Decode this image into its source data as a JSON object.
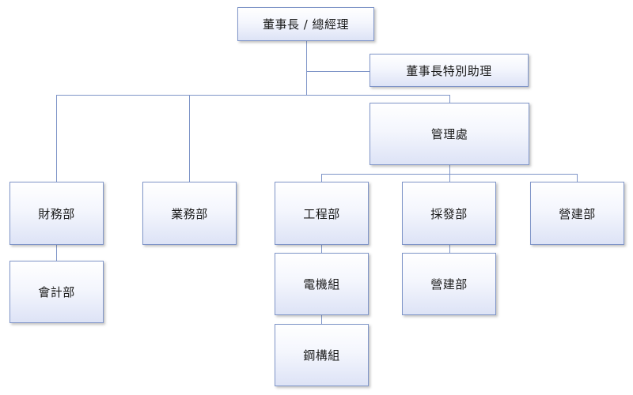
{
  "chart": {
    "nodes": [
      {
        "id": "ceo",
        "label": "董事長 / 總經理"
      },
      {
        "id": "assistant",
        "label": "董事長特別助理"
      },
      {
        "id": "admin",
        "label": "管理處"
      },
      {
        "id": "finance",
        "label": "財務部"
      },
      {
        "id": "sales",
        "label": "業務部"
      },
      {
        "id": "engineering",
        "label": "工程部"
      },
      {
        "id": "procurement",
        "label": "採發部"
      },
      {
        "id": "construction",
        "label": "營建部"
      },
      {
        "id": "accounting",
        "label": "會計部"
      },
      {
        "id": "electrical",
        "label": "電機組"
      },
      {
        "id": "construction-sub",
        "label": "營建部"
      },
      {
        "id": "steel",
        "label": "鋼構組"
      }
    ]
  }
}
